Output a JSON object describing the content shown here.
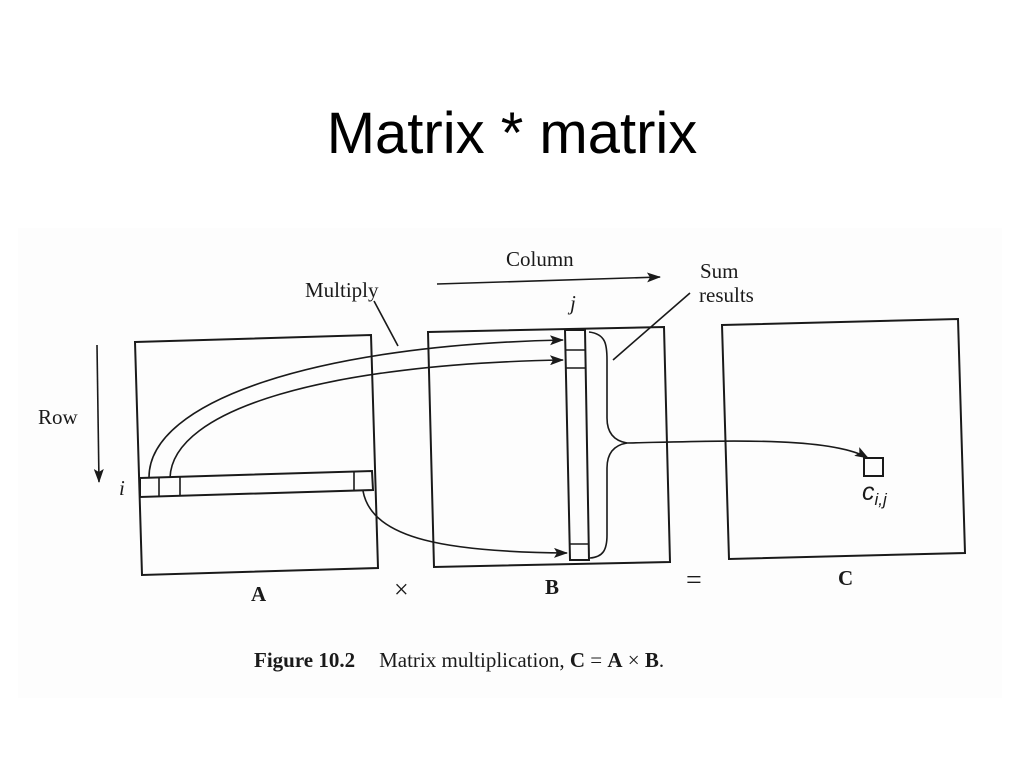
{
  "slide": {
    "title": "Matrix * matrix"
  },
  "figure": {
    "labels": {
      "column": "Column",
      "multiply": "Multiply",
      "sum_line1": "Sum",
      "sum_line2": "results",
      "j": "j",
      "row": "Row",
      "i": "i",
      "c_main": "c",
      "c_sub": "i,j",
      "matrix_a": "A",
      "matrix_b": "B",
      "matrix_c": "C",
      "times": "×",
      "equals": "="
    },
    "caption": {
      "number": "Figure 10.2",
      "text_pre": "Matrix multiplication, ",
      "c": "C",
      "eq": " = ",
      "a": "A",
      "x": " × ",
      "b": "B",
      "end": "."
    }
  }
}
